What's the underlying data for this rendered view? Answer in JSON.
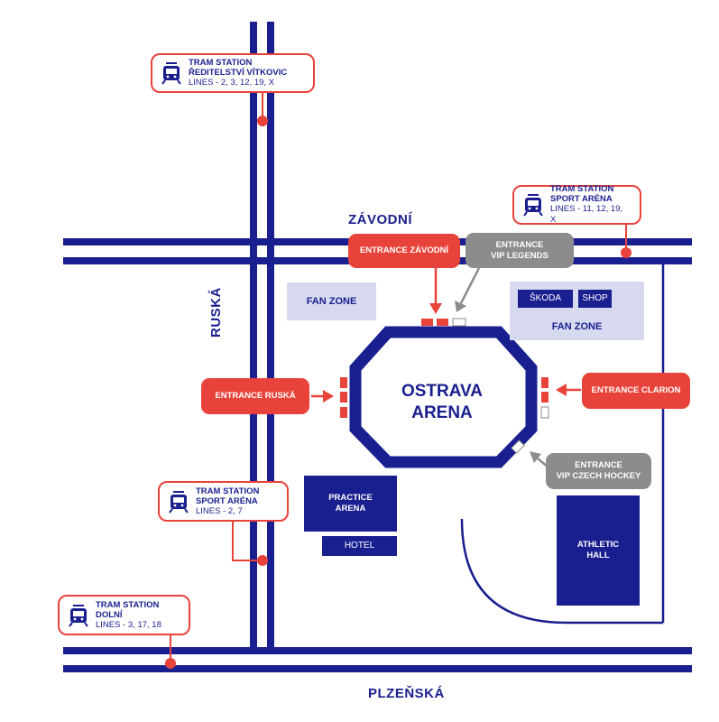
{
  "streets": {
    "zavodni": "ZÁVODNÍ",
    "ruska": "RUSKÁ",
    "plzenska": "PLZEŇSKÁ"
  },
  "tram_stations": [
    {
      "id": "vitkovic",
      "title_1": "TRAM STATION",
      "title_2": "ŘEDITELSTVÍ VÍTKOVIC",
      "lines": "LINES - 2, 3, 12, 19, X",
      "icon": "tram-icon"
    },
    {
      "id": "sport-arena-east",
      "title_1": "TRAM STATION",
      "title_2": "SPORT ARÉNA",
      "lines": "LINES - 11, 12, 19, X",
      "icon": "tram-icon"
    },
    {
      "id": "sport-arena-west",
      "title_1": "TRAM STATION",
      "title_2": "SPORT ARÉNA",
      "lines": "LINES - 2, 7",
      "icon": "tram-icon"
    },
    {
      "id": "dolni",
      "title_1": "TRAM STATION",
      "title_2": "DOLNÍ",
      "lines": "LINES - 3, 17, 18",
      "icon": "tram-icon"
    }
  ],
  "entrances": {
    "zavodni": {
      "line1": "ENTRANCE ZÁVODNÍ"
    },
    "vip_legends": {
      "line1": "ENTRANCE",
      "line2": "VIP LEGENDS"
    },
    "ruska": {
      "line1": "ENTRANCE RUSKÁ"
    },
    "clarion": {
      "line1": "ENTRANCE CLARION"
    },
    "vip_czech_hockey": {
      "line1": "ENTRANCE",
      "line2": "VIP CZECH HOCKEY"
    }
  },
  "zones": {
    "fan_zone_west": "FAN ZONE",
    "fan_zone_east": "FAN ZONE",
    "skoda": "ŠKODA",
    "shop": "SHOP"
  },
  "buildings": {
    "arena_line1": "OSTRAVA",
    "arena_line2": "ARENA",
    "practice_line1": "PRACTICE",
    "practice_line2": "ARENA",
    "hotel": "HOTEL",
    "athletic_line1": "ATHLETIC",
    "athletic_line2": "HALL"
  },
  "colors": {
    "navy": "#1a1f8f",
    "red": "#e8433b",
    "gray": "#8c8c8c",
    "zone": "#d6d9f0"
  }
}
